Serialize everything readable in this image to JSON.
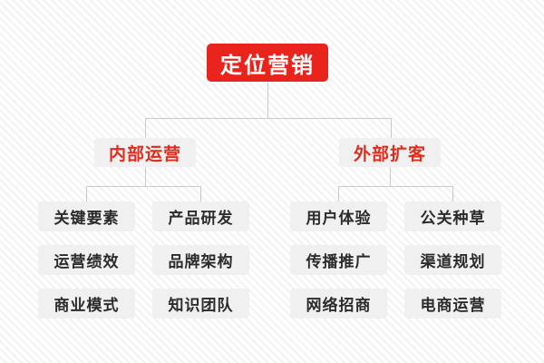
{
  "diagram": {
    "type": "tree",
    "title": "定位营销",
    "colors": {
      "root_background": "#e8241c",
      "root_text": "#ffffff",
      "branch_background": "#f0f0f0",
      "branch_text": "#e02b1d",
      "leaf_background": "#f0f0f0",
      "leaf_text": "#2b2b2b",
      "connector_line": "#c9c9c9",
      "page_background": "#fdfdfd"
    },
    "root": {
      "label": "定位营销"
    },
    "branches": [
      {
        "label": "内部运营",
        "columns": [
          {
            "items": [
              "关键要素",
              "运营绩效",
              "商业模式"
            ]
          },
          {
            "items": [
              "产品研发",
              "品牌架构",
              "知识团队"
            ]
          }
        ]
      },
      {
        "label": "外部扩客",
        "columns": [
          {
            "items": [
              "用户体验",
              "传播推广",
              "网络招商"
            ]
          },
          {
            "items": [
              "公关种草",
              "渠道规划",
              "电商运营"
            ]
          }
        ]
      }
    ]
  }
}
